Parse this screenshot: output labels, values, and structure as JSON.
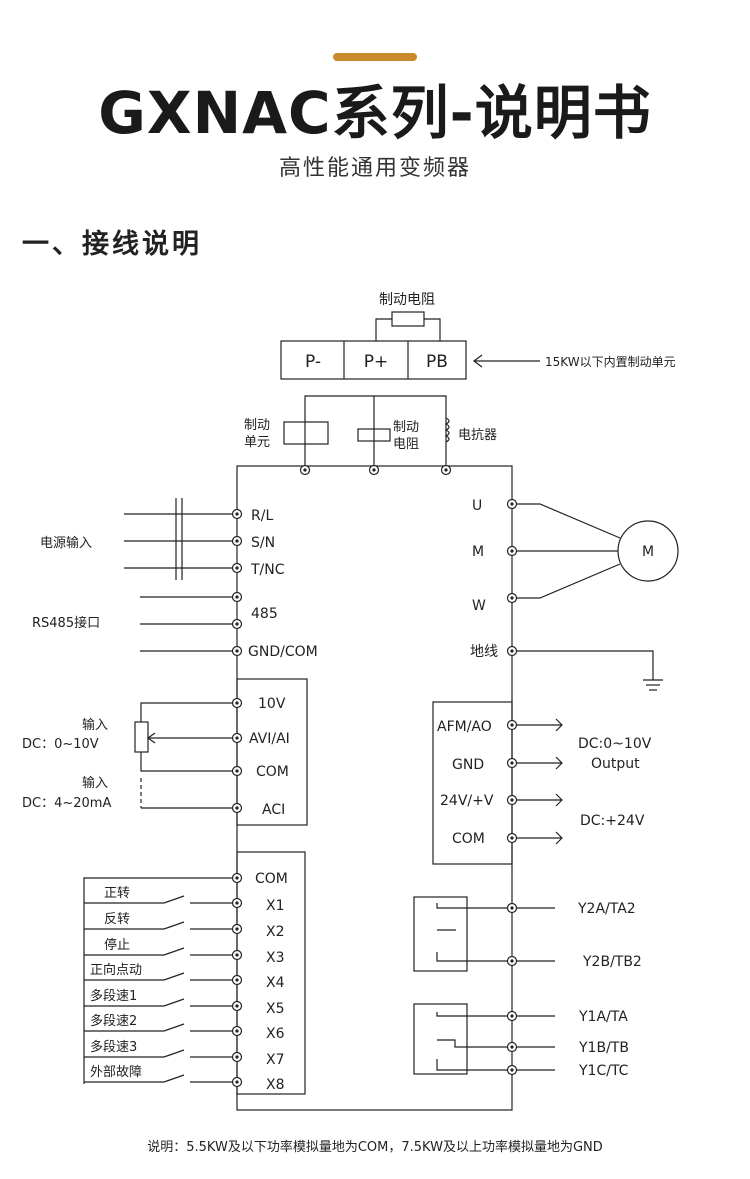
{
  "header": {
    "title": "GXNAC系列-说明书",
    "subtitle": "高性能通用变频器"
  },
  "section": {
    "title": "一、接线说明"
  },
  "diagram": {
    "brake_resistor_label": "制动电阻",
    "brake_box": [
      "P-",
      "P+",
      "PB"
    ],
    "brake_note": "15KW以下内置制动单元",
    "brake_unit_label": [
      "制动",
      "单元"
    ],
    "brake_resistor_small_label": [
      "制动",
      "电阻"
    ],
    "reactor_label": "电抗器",
    "power_input_label": "电源输入",
    "power_terminals": [
      "R/L",
      "S/N",
      "T/NC"
    ],
    "rs485_label": "RS485接口",
    "rs485_terminals": [
      "485",
      "GND/COM"
    ],
    "motor_terminals": [
      "U",
      "M",
      "W"
    ],
    "motor_label": "M",
    "ground_label": "地线",
    "analog_terminals": [
      "10V",
      "AVI/AI",
      "COM",
      "ACI"
    ],
    "analog_input_1": [
      "输入",
      "DC：0~10V"
    ],
    "analog_input_2": [
      "输入",
      "DC：4~20mA"
    ],
    "output_terminals": [
      "AFM/AO",
      "GND",
      "24V/+V",
      "COM"
    ],
    "output_note_1": [
      "DC:0~10V",
      "Output"
    ],
    "output_note_2": "DC:+24V",
    "digital_terminals": [
      "COM",
      "X1",
      "X2",
      "X3",
      "X4",
      "X5",
      "X6",
      "X7",
      "X8"
    ],
    "digital_functions": [
      "正转",
      "反转",
      "停止",
      "正向点动",
      "多段速1",
      "多段速2",
      "多段速3",
      "外部故障"
    ],
    "relay_2_terminals": [
      "Y2A/TA2",
      "Y2B/TB2"
    ],
    "relay_1_terminals": [
      "Y1A/TA",
      "Y1B/TB",
      "Y1C/TC"
    ]
  },
  "footer": {
    "note": "说明：5.5KW及以下功率模拟量地为COM，7.5KW及以上功率模拟量地为GND"
  },
  "colors": {
    "accent": "#c88a2c",
    "line": "#222222"
  }
}
